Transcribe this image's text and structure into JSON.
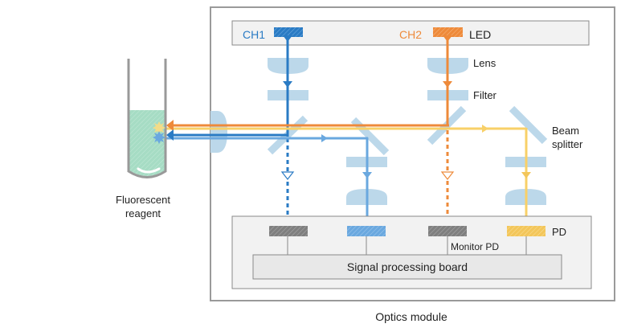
{
  "labels": {
    "ch1": "CH1",
    "ch2": "CH2",
    "led": "LED",
    "lens": "Lens",
    "filter": "Filter",
    "beam_splitter_1": "Beam",
    "beam_splitter_2": "splitter",
    "pd": "PD",
    "monitor_pd": "Monitor PD",
    "board": "Signal processing board",
    "module": "Optics module",
    "reagent_1": "Fluorescent",
    "reagent_2": "reagent"
  },
  "colors": {
    "ch1": "#2a7bc4",
    "ch1_light": "#6aa8df",
    "ch2": "#ee8a3a",
    "emission_yellow": "#f8d068",
    "optic": "#bcd8ea",
    "reagent": "#a8dcc6",
    "gray_detector": "#8c8c8c"
  }
}
